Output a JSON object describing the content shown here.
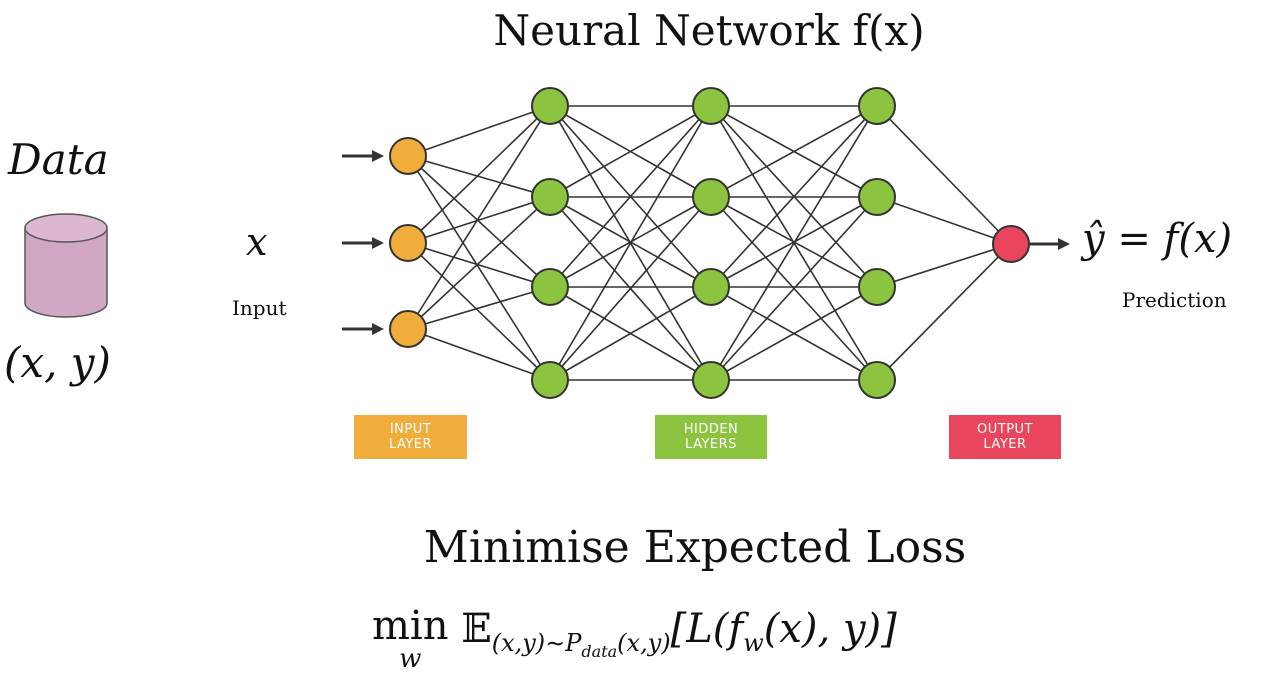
{
  "title": "Neural Network f(x)",
  "data_label": "Data",
  "data_pair": "(x, y)",
  "input_symbol": "x",
  "input_caption": "Input",
  "output_formula": "ŷ = f(x)",
  "output_caption": "Prediction",
  "legend": {
    "input_layer": "INPUT\nLAYER",
    "hidden_layers": "HIDDEN\nLAYERS",
    "output_layer": "OUTPUT\nLAYER"
  },
  "loss_title": "Minimise Expected Loss",
  "formula": {
    "min": "min",
    "min_sub": "w",
    "expectation": "𝔼",
    "expectation_sub": "(x,y)∼P",
    "expectation_sub_sub": "data",
    "expectation_sub_tail": "(x,y)",
    "body": "[L(f",
    "body_sub": "w",
    "body_tail": "(x), y)]"
  },
  "network": {
    "layers": [
      3,
      4,
      4,
      4,
      1
    ],
    "colors": {
      "input": "#f0ad3c",
      "hidden": "#8cc43f",
      "output": "#e9455c",
      "edge": "#333333",
      "cylinder": "#d1a8c4"
    }
  }
}
